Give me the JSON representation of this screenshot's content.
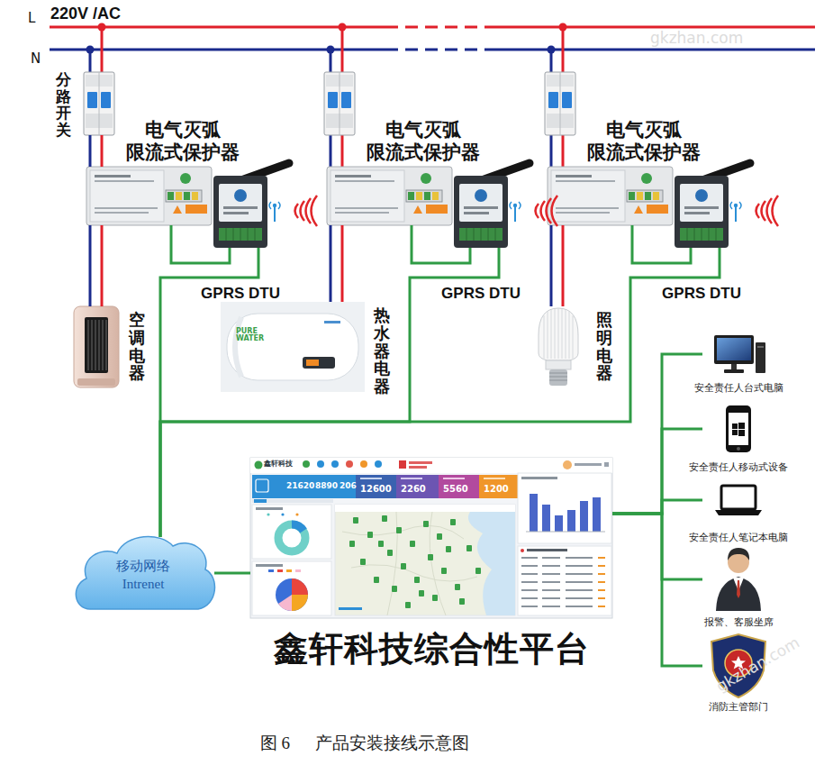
{
  "diagram": {
    "caption": "图 6      产品安装接线示意图",
    "nodes": [
      {
        "text": [
          "分路开关"
        ]
      },
      {
        "text": [
          "电气灭弧 限流式保护器"
        ]
      },
      {
        "text": [
          "GPRS DTU"
        ]
      },
      {
        "text": [
          "空调电器"
        ]
      },
      {
        "text": [
          "电气灭弧 限流式保护器"
        ]
      },
      {
        "text": [
          "GPRS DTU"
        ]
      },
      {
        "text": [
          "热水器电器"
        ]
      },
      {
        "text": [
          "电气灭弧 限流式保护器"
        ]
      },
      {
        "text": [
          "GPRS DTU"
        ]
      },
      {
        "text": [
          "照明电器"
        ]
      },
      {
        "text": [
          "移动网络 Intrenet"
        ]
      },
      {
        "text": [
          "鑫轩科技综合性平台"
        ]
      },
      {
        "text": [
          "安全责任人台式电脑"
        ]
      },
      {
        "text": [
          "安全责任人移动式设备"
        ]
      },
      {
        "text": [
          "安全责任人笔记本电脑"
        ]
      },
      {
        "text": [
          "报警、客服坐席"
        ]
      },
      {
        "text": [
          "消防主管部门"
        ]
      }
    ],
    "edges": [
      {
        "from": 0,
        "to": 1,
        "arrow": "none"
      },
      {
        "from": 1,
        "to": 3,
        "arrow": "none"
      },
      {
        "from": 4,
        "to": 6,
        "arrow": "none"
      },
      {
        "from": 7,
        "to": 9,
        "arrow": "none"
      },
      {
        "from": 1,
        "to": 2,
        "arrow": "none"
      },
      {
        "from": 4,
        "to": 5,
        "arrow": "none"
      },
      {
        "from": 7,
        "to": 8,
        "arrow": "none"
      },
      {
        "from": 2,
        "to": 10,
        "arrow": "none"
      },
      {
        "from": 5,
        "to": 10,
        "arrow": "none"
      },
      {
        "from": 8,
        "to": 10,
        "arrow": "none"
      },
      {
        "from": 10,
        "to": 11,
        "arrow": "none"
      },
      {
        "from": 11,
        "to": 12,
        "arrow": "none"
      },
      {
        "from": 11,
        "to": 13,
        "arrow": "none"
      },
      {
        "from": 11,
        "to": 14,
        "arrow": "none"
      },
      {
        "from": 11,
        "to": 15,
        "arrow": "none"
      },
      {
        "from": 11,
        "to": 16,
        "arrow": "none"
      }
    ],
    "labels": [
      "L",
      "220V /AC",
      "N",
      "gkzhan.com",
      "gkzhan.com",
      "鑫轩科技",
      "21620",
      "8890",
      "206",
      "12600",
      "2260",
      "5560",
      "1200",
      "PURE WATER"
    ]
  }
}
